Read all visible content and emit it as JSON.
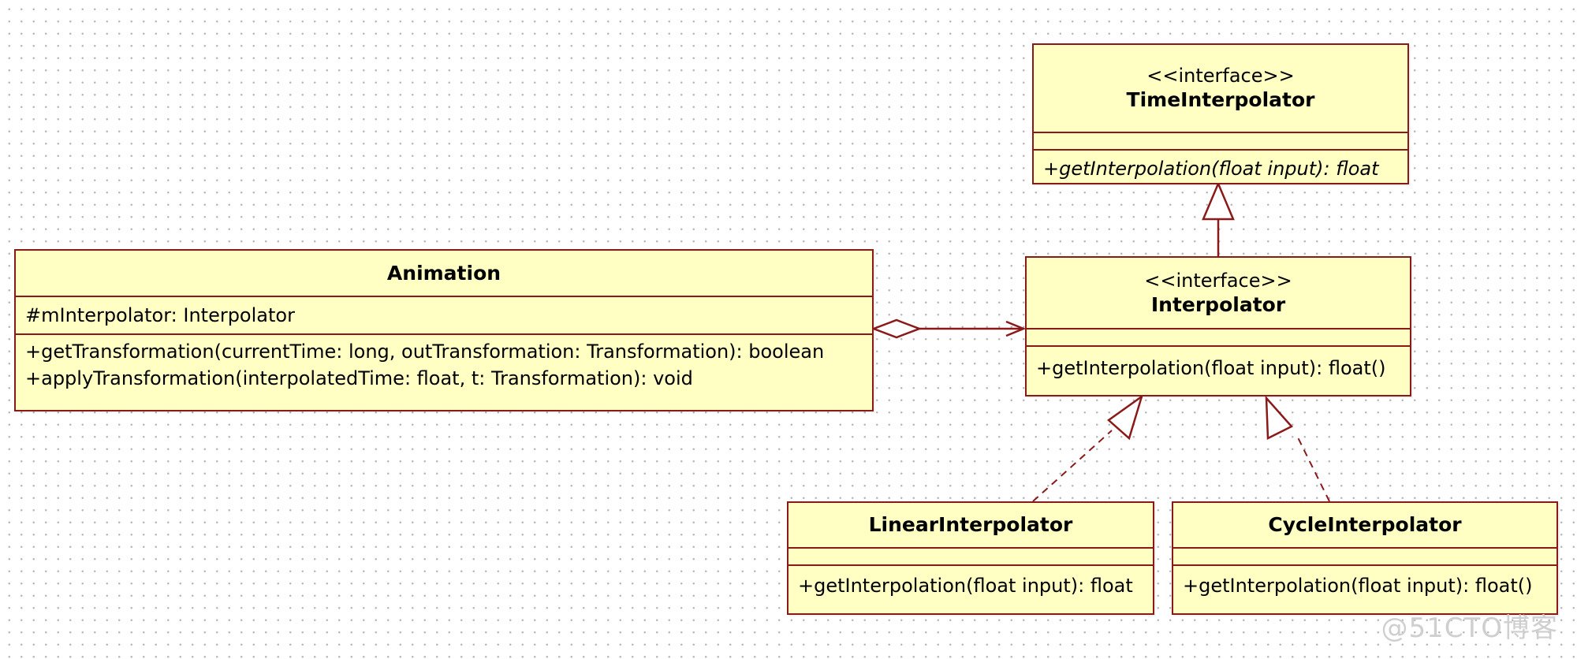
{
  "diagram": {
    "classes": {
      "time_interpolator": {
        "stereotype": "<<interface>>",
        "name": "TimeInterpolator",
        "methods": [
          "+getInterpolation(float input): float"
        ]
      },
      "interpolator": {
        "stereotype": "<<interface>>",
        "name": "Interpolator",
        "methods": [
          "+getInterpolation(float input): float()"
        ]
      },
      "animation": {
        "name": "Animation",
        "attributes": [
          "#mInterpolator: Interpolator"
        ],
        "methods": [
          "+getTransformation(currentTime: long, outTransformation: Transformation): boolean",
          "+applyTransformation(interpolatedTime: float, t: Transformation): void"
        ]
      },
      "linear_interpolator": {
        "name": "LinearInterpolator",
        "methods": [
          "+getInterpolation(float input): float"
        ]
      },
      "cycle_interpolator": {
        "name": "CycleInterpolator",
        "methods": [
          "+getInterpolation(float input): float()"
        ]
      }
    },
    "relations": [
      {
        "from": "Interpolator",
        "to": "TimeInterpolator",
        "type": "generalization"
      },
      {
        "from": "Animation",
        "to": "Interpolator",
        "type": "aggregation"
      },
      {
        "from": "LinearInterpolator",
        "to": "Interpolator",
        "type": "realization"
      },
      {
        "from": "CycleInterpolator",
        "to": "Interpolator",
        "type": "realization"
      }
    ],
    "colors": {
      "box_fill": "#ffffc4",
      "border": "#8a1a1a",
      "grid_dot": "#b9b9b9"
    }
  },
  "watermark": "@51CTO博客"
}
